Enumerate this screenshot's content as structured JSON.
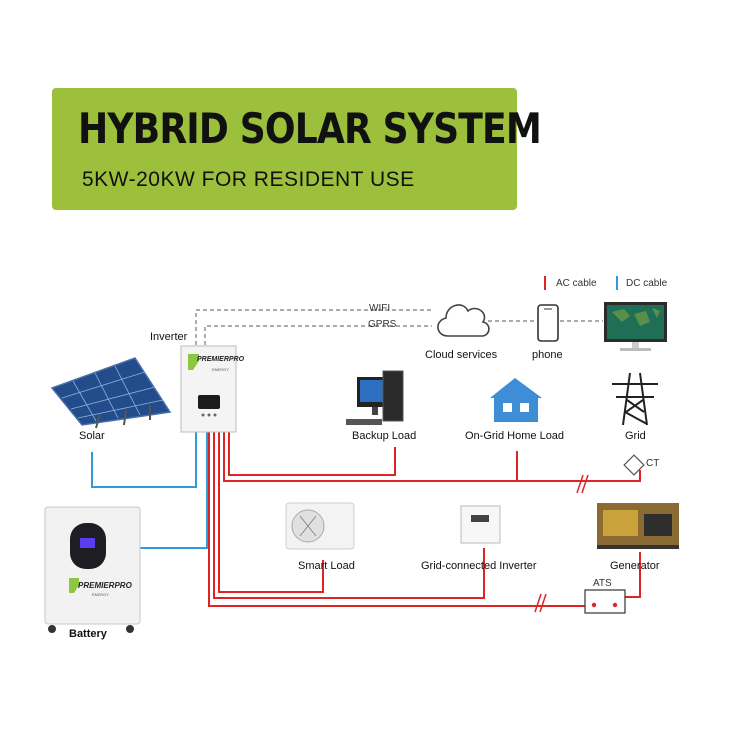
{
  "banner": {
    "title": "HYBRID SOLAR SYSTEM",
    "subtitle": "5KW-20KW FOR RESIDENT USE"
  },
  "legend": {
    "ac_cable": "AC cable",
    "dc_cable": "DC cable"
  },
  "links": {
    "wifi": "WIFI",
    "gprs": "GPRS"
  },
  "nodes": {
    "inverter": "Inverter",
    "solar": "Solar",
    "battery": "Battery",
    "cloud": "Cloud services",
    "phone": "phone",
    "backup_load": "Backup Load",
    "ongrid_home": "On-Grid Home Load",
    "grid": "Grid",
    "ct": "CT",
    "smart_load": "Smart Load",
    "grid_inverter": "Grid-connected Inverter",
    "generator": "Generator",
    "ats": "ATS"
  },
  "brand": {
    "logo_text": "PREMIERPRO",
    "logo_sub": "ENERGY"
  },
  "colors": {
    "banner": "#9cc03b",
    "ac": "#e02424",
    "dc": "#2f9ad8",
    "dashed": "#777777"
  }
}
